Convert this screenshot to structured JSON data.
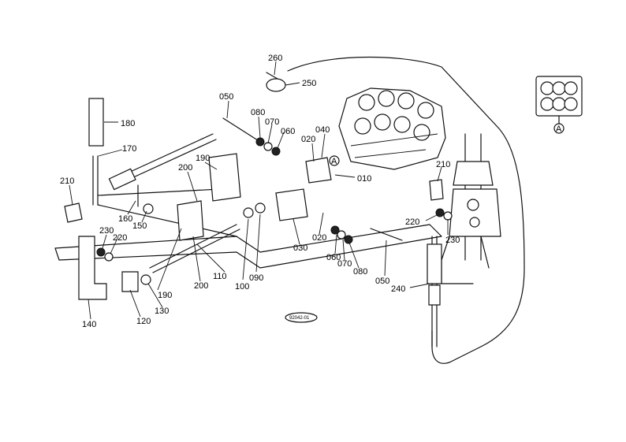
{
  "diagram": {
    "callouts": [
      "260",
      "250",
      "050",
      "080",
      "070",
      "060",
      "040",
      "020",
      "010",
      "180",
      "170",
      "210",
      "190",
      "200",
      "160",
      "150",
      "230",
      "220",
      "140",
      "120",
      "130",
      "100",
      "110",
      "090",
      "030",
      "060",
      "070",
      "080",
      "050",
      "020",
      "210",
      "220",
      "230",
      "240"
    ],
    "marker": "A",
    "stamp": "92042-01"
  }
}
